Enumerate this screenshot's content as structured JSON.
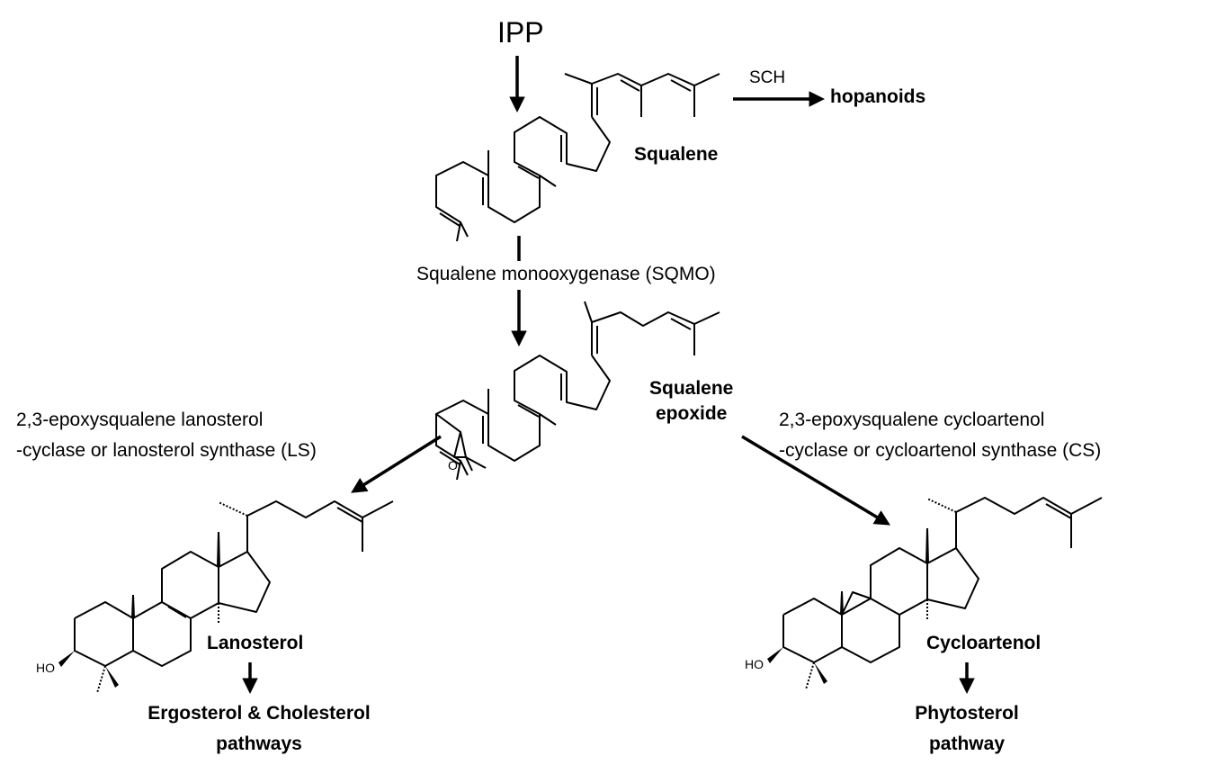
{
  "precursor": "IPP",
  "squalene": {
    "name": "Squalene"
  },
  "sch": {
    "enzyme": "SCH",
    "product": "hopanoids"
  },
  "sqmo": {
    "enzyme": "Squalene  monooxygenase (SQMO)"
  },
  "epoxide": {
    "name_line1": "Squalene",
    "name_line2": "epoxide"
  },
  "ls": {
    "line1": "2,3-epoxysqualene  lanosterol",
    "line2": "-cyclase or lanosterol synthase (LS)"
  },
  "cs": {
    "line1": "2,3-epoxysqualene  cycloartenol",
    "line2": "-cyclase or cycloartenol synthase (CS)"
  },
  "lanosterol": {
    "name": "Lanosterol",
    "hydroxyl": "HO",
    "product_line1": "Ergosterol & Cholesterol",
    "product_line2": "pathways"
  },
  "cycloartenol": {
    "name": "Cycloartenol",
    "hydroxyl": "HO",
    "product_line1": "Phytosterol",
    "product_line2": "pathway"
  }
}
